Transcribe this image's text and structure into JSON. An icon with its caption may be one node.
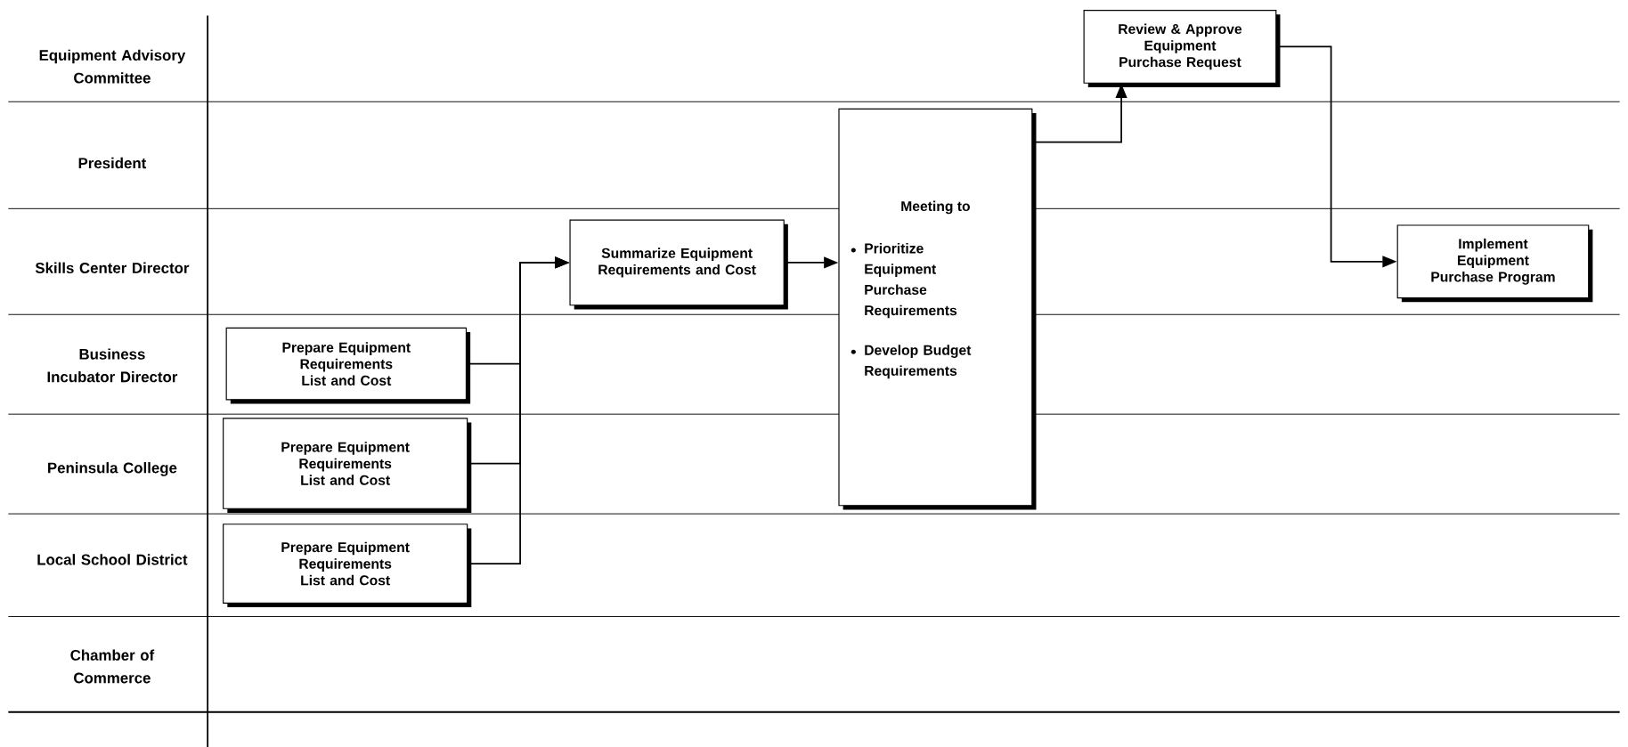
{
  "diagram": {
    "nodes": [
      {
        "text": [
          "Review & Approve Equipment Purchase Request"
        ]
      },
      {
        "text": [
          "Meeting to",
          "Prioritize Equipment Purchase Requirements",
          "Develop Budget Requirements"
        ]
      },
      {
        "text": [
          "Summarize Equipment Requirements and Cost"
        ]
      },
      {
        "text": [
          "Implement Equipment Purchase Program"
        ]
      },
      {
        "text": [
          "Prepare Equipment Requirements List and Cost"
        ]
      },
      {
        "text": [
          "Prepare Equipment Requirements List and Cost"
        ]
      },
      {
        "text": [
          "Prepare Equipment Requirements List and Cost"
        ]
      }
    ],
    "edges": [
      {
        "from": 4,
        "to": 2,
        "arrow": "to"
      },
      {
        "from": 5,
        "to": 2,
        "arrow": "to"
      },
      {
        "from": 6,
        "to": 2,
        "arrow": "to"
      },
      {
        "from": 2,
        "to": 1,
        "arrow": "to"
      },
      {
        "from": 1,
        "to": 0,
        "arrow": "to"
      },
      {
        "from": 0,
        "to": 3,
        "arrow": "to"
      }
    ],
    "labels": [
      "Equipment Advisory Committee",
      "President",
      "Skills Center Director",
      "Business Incubator Director",
      "Peninsula College",
      "Local School District",
      "Chamber of Commerce"
    ]
  }
}
